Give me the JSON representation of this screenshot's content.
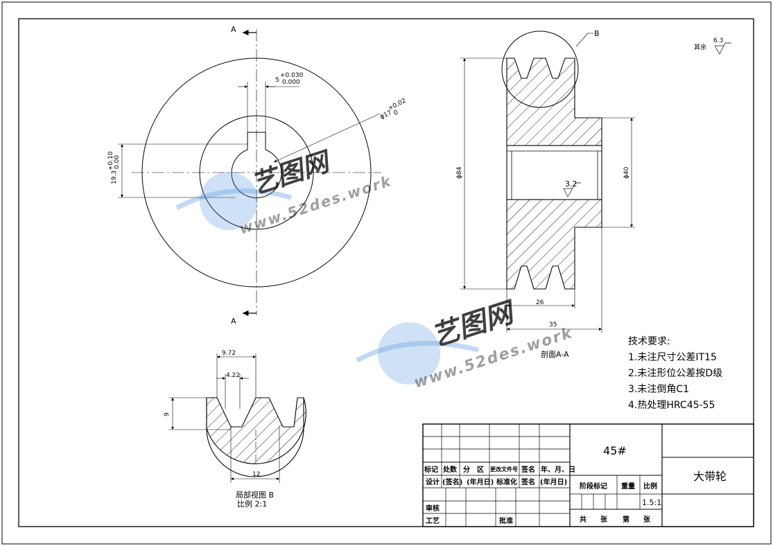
{
  "front_view": {
    "section_mark_top": "A",
    "section_mark_bottom": "A",
    "keyway_width_dim": "5",
    "keyway_width_tol_upper": "+0.030",
    "keyway_width_tol_lower": "0.000",
    "bore_dia_dim": "ϕ17",
    "bore_dia_tol_upper": "+0.02",
    "bore_dia_tol_lower": "0",
    "keyway_depth_dim": "19.3",
    "keyway_depth_tol_upper": "+0.10",
    "keyway_depth_tol_lower": "0.00"
  },
  "section_view": {
    "detail_callout": "B",
    "outer_dia_dim": "ϕ84",
    "hub_dia_dim": "ϕ40",
    "roughness_bore": "3.2",
    "width_26": "26",
    "width_35": "35",
    "caption": "剖面A-A"
  },
  "detail_view": {
    "top_width": "9.72",
    "bottom_width": "4.22",
    "depth": "9",
    "pitch": "12",
    "caption_line1": "局部视图 B",
    "caption_line2": "比例 2:1"
  },
  "roughness_note": {
    "label": "其余",
    "value": "6.3"
  },
  "tech_requirements": {
    "title": "技术要求:",
    "items": [
      "1.未注尺寸公差IT15",
      "2.未注形位公差按D级",
      "3.未注倒角C1",
      "4.热处理HRC45-55"
    ]
  },
  "title_block": {
    "material": "45#",
    "part_name": "大带轮",
    "row_labels_1": [
      "标记",
      "处数",
      "分　区",
      "更改文件号",
      "签名",
      "年、月、日"
    ],
    "row_labels_2": [
      "设计",
      "(签名)",
      "(年月日)",
      "标准化",
      "签名",
      "(年月日)"
    ],
    "review": "审核",
    "process": "工艺",
    "approve": "批准",
    "stage_mark": "阶段标记",
    "weight": "重量",
    "scale_label": "比例",
    "scale_value": "1.5:1",
    "sheet_total": "共　　张",
    "sheet_no": "第　　张"
  },
  "watermark": {
    "brand": "艺图网",
    "url": "www.52des.work"
  }
}
